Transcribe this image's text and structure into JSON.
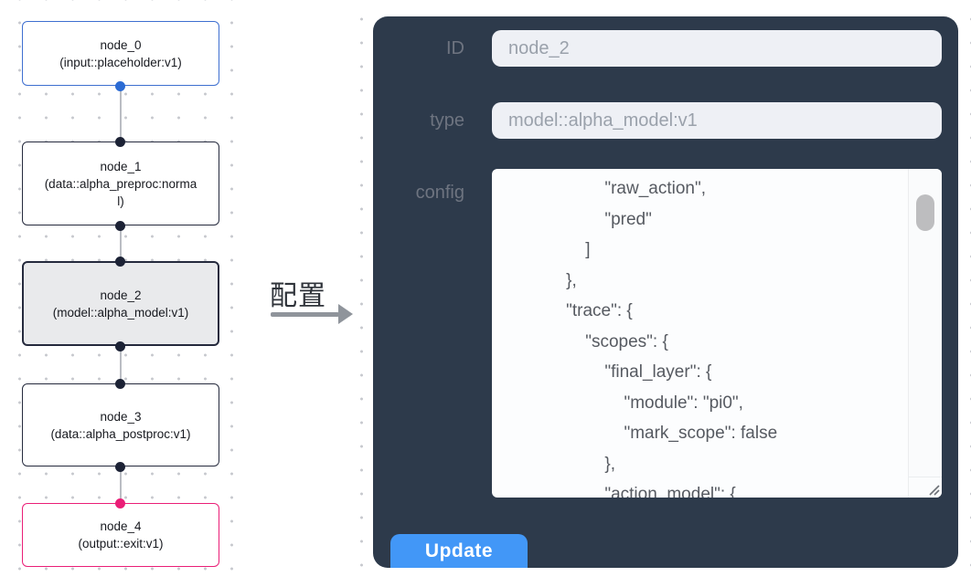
{
  "flowchart": {
    "nodes": [
      {
        "label": "node_0",
        "type": "(input::placeholder:v1)"
      },
      {
        "label": "node_1",
        "type": "(data::alpha_preproc:normal)"
      },
      {
        "label": "node_2",
        "type": "(model::alpha_model:v1)"
      },
      {
        "label": "node_3",
        "type": "(data::alpha_postproc:v1)"
      },
      {
        "label": "node_4",
        "type": "(output::exit:v1)"
      }
    ],
    "selected_node": "node_2",
    "colors": {
      "input_node_border": "#3e6fd0",
      "default_node_border": "#252a3d",
      "selected_node_bg": "#e9eaec",
      "output_node_border": "#ea1e77",
      "connector": "#babdc3",
      "port_dark": "#1c2235",
      "port_blue": "#2b6bd4",
      "port_pink": "#ea1e77"
    }
  },
  "annotation": {
    "label": "配置"
  },
  "panel": {
    "id_field": {
      "label": "ID",
      "value": "node_2"
    },
    "type_field": {
      "label": "type",
      "value": "model::alpha_model:v1"
    },
    "config_field": {
      "label": "config",
      "visible_text": "            \"raw_action\",\n            \"pred\"\n        ]\n    },\n    \"trace\": {\n        \"scopes\": {\n            \"final_layer\": {\n                \"module\": \"pi0\",\n                \"mark_scope\": false\n            },\n            \"action_model\": {"
    },
    "update_button_label": "Update",
    "colors": {
      "panel_bg": "#2d3a4b",
      "input_bg": "#eef0f5",
      "label_text": "#6e7480",
      "update_button_bg": "#4297f7"
    }
  }
}
